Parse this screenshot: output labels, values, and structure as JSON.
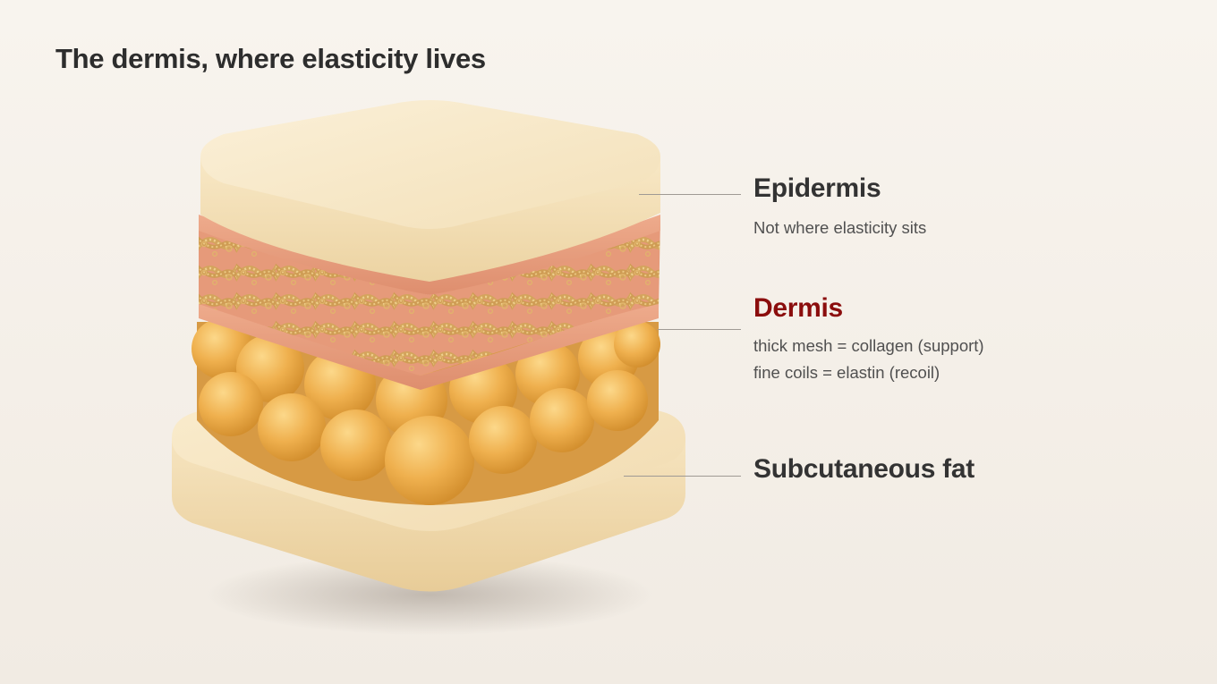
{
  "title": "The dermis, where elasticity lives",
  "colors": {
    "accent": "#8b0d0d",
    "epidermis": "#f6e3bd",
    "dermis_band": "#e9a283",
    "collagen_fibers": "#dcb068",
    "fat_lobules": "#f0b252",
    "base_layer": "#f4dfb6"
  },
  "layers": [
    {
      "name": "Epidermis",
      "notes": [
        "Not where elasticity sits"
      ]
    },
    {
      "name": "Dermis",
      "notes": [
        "thick mesh = collagen (support)",
        "fine coils = elastin (recoil)"
      ]
    },
    {
      "name": "Subcutaneous fat",
      "notes": []
    }
  ]
}
